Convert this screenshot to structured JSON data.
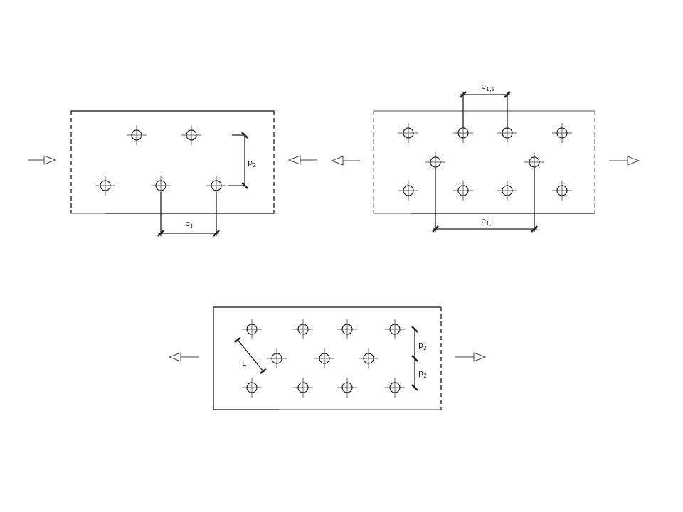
{
  "labels": {
    "p1_main": "p",
    "p1_sub": "1",
    "p2_main": "p",
    "p2_sub": "2",
    "p1e_main": "p",
    "p1e_sub": "1,e",
    "p1i_main": "p",
    "p1i_sub": "1,i",
    "p2a_main": "p",
    "p2a_sub": "2",
    "p2b_main": "p",
    "p2b_sub": "2",
    "L": "L"
  }
}
